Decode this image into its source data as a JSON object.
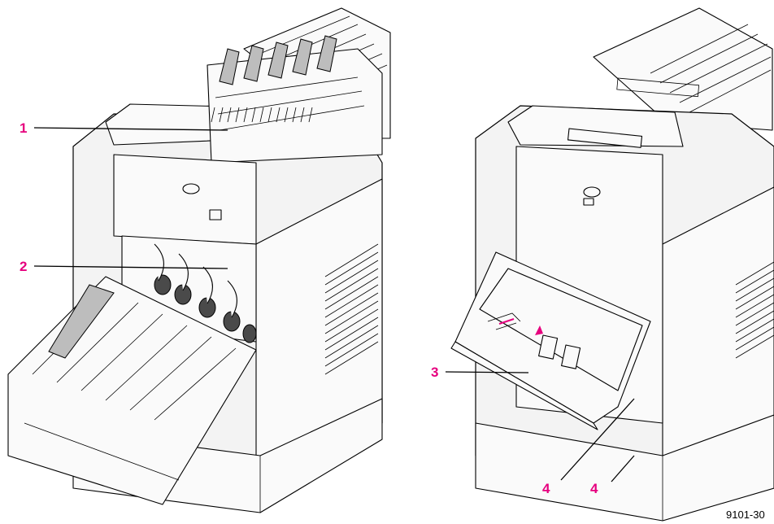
{
  "colors": {
    "callout": "#e6007e",
    "line": "#000000",
    "background": "#ffffff"
  },
  "callouts": [
    {
      "label": "1"
    },
    {
      "label": "2"
    },
    {
      "label": "3"
    },
    {
      "label": "4"
    },
    {
      "label": "4"
    }
  ],
  "figure_number": "9101-30"
}
